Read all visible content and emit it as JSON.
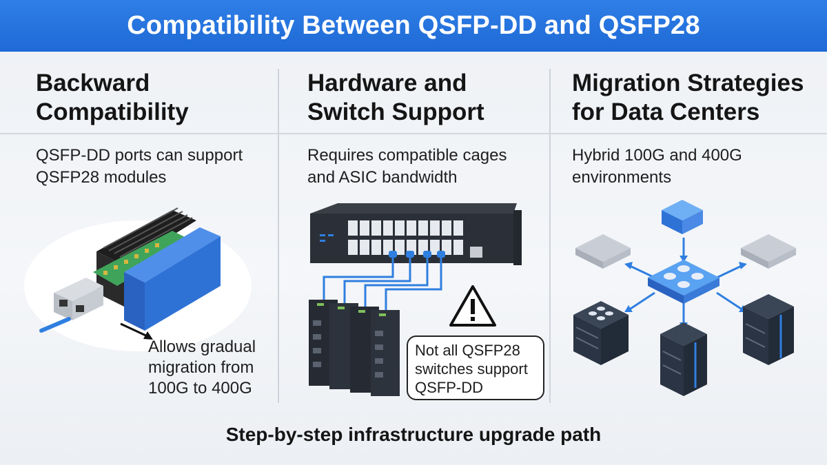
{
  "banner": {
    "title": "Compatibility Between QSFP-DD and QSFP28"
  },
  "columns": [
    {
      "title_line1": "Backward",
      "title_line2": "Compatibility",
      "desc_line1": "QSFP-DD ports can support",
      "desc_line2": "QSFP28 modules"
    },
    {
      "title_line1": "Hardware and",
      "title_line2": "Switch Support",
      "desc_line1": "Requires compatible cages",
      "desc_line2": "and ASIC bandwidth"
    },
    {
      "title_line1": "Migration Strategies",
      "title_line2": "for Data Centers",
      "desc_line1": "Hybrid 100G and 400G",
      "desc_line2": "environments"
    }
  ],
  "callouts": {
    "migration_line1": "Allows gradual",
    "migration_line2": "migration from",
    "migration_line3": "100G to 400G",
    "warning_line1": "Not all QSFP28",
    "warning_line2": "switches support",
    "warning_line3": "QSFP-DD"
  },
  "footer": {
    "text": "Step-by-step infrastructure upgrade path"
  },
  "colors": {
    "banner": "#2372dc",
    "module_blue": "#2f72d6",
    "pcb_green": "#3fa45a",
    "cable_blue": "#2f7fe0",
    "server_dark": "#2a3444"
  },
  "icons": [
    "qsfp-dd-cage-icon",
    "qsfp28-module-icon",
    "network-switch-icon",
    "warning-icon",
    "server-icon",
    "network-hub-icon"
  ]
}
